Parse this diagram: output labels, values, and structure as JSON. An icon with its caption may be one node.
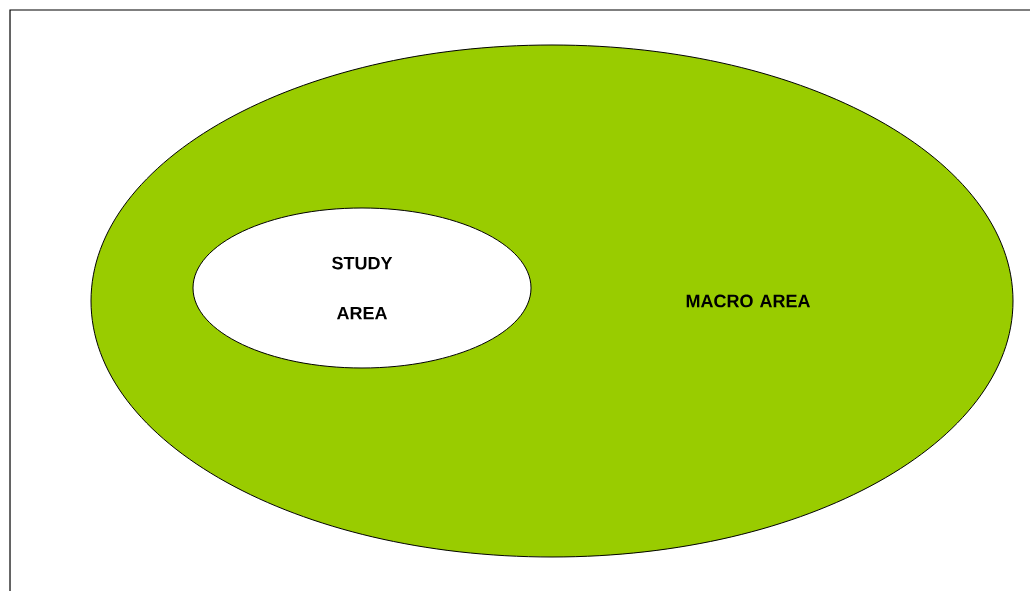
{
  "diagram": {
    "nodes": [
      {
        "text": [
          "MACRO AREA"
        ]
      },
      {
        "text": [
          "STUDY AREA"
        ],
        "in": 0
      }
    ]
  }
}
